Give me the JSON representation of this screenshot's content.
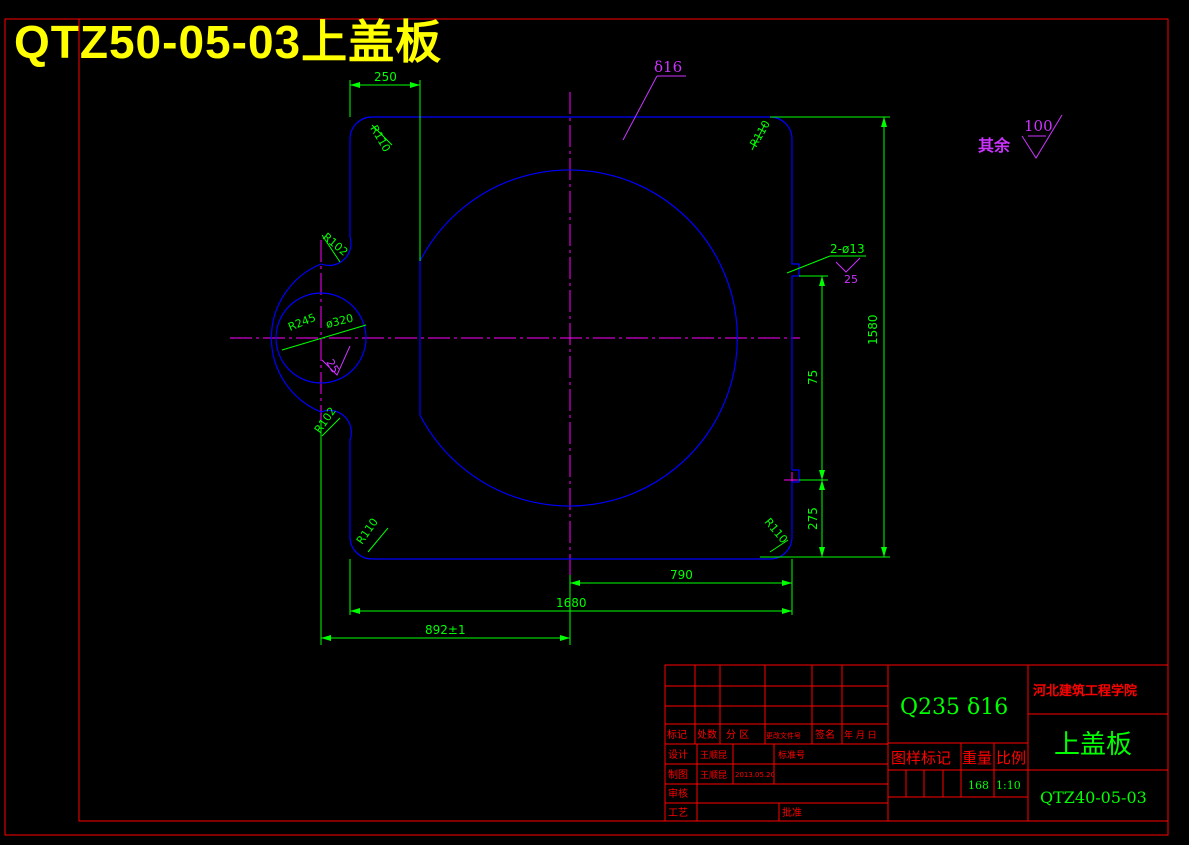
{
  "title": "QTZ50-05-03上盖板",
  "colors": {
    "background": "#000000",
    "frame": "#ff0000",
    "outline": "#0000ff",
    "dimension": "#00ff00",
    "centerline": "#ff00ff",
    "title": "#ffff00",
    "annotation": "#cc33ff"
  },
  "drawing": {
    "thickness_label": "δ16",
    "roughness_label": "其余",
    "roughness_value": "100",
    "hole_label": "2-ø13",
    "hole_roughness": "25",
    "center_hole_roughness": "25",
    "radii": {
      "top_left": "R110",
      "top_right": "R110",
      "bottom_left": "R110",
      "bottom_right": "R110",
      "notch_top": "R102",
      "notch_bottom": "R102",
      "outer_arc": "R245",
      "center_hole": "ø320"
    },
    "dims": {
      "d250": "250",
      "d1580": "1580",
      "d75": "75",
      "d275": "275",
      "d790": "790",
      "d1680": "1680",
      "d892": "892±1"
    }
  },
  "title_block": {
    "material": "Q235  δ16",
    "school": "河北建筑工程学院",
    "part_name": "上盖板",
    "drawing_no": "QTZ40-05-03",
    "headers": {
      "mark": "标记",
      "count": "处数",
      "zone": "分  区",
      "change_doc": "更改文件号",
      "sign": "签名",
      "date": "年 月 日"
    },
    "design_label": "设计",
    "design_name": "王顺昆",
    "standard_label": "标准号",
    "draft_label": "制图",
    "draft_name": "王顺昆",
    "draft_date": "2013.05.20",
    "review_label": "审核",
    "process_label": "工艺",
    "approve_label": "批准",
    "sample_mark": "图样标记",
    "weight": "重量",
    "scale": "比例",
    "weight_value": "168",
    "scale_value": "1:10"
  }
}
